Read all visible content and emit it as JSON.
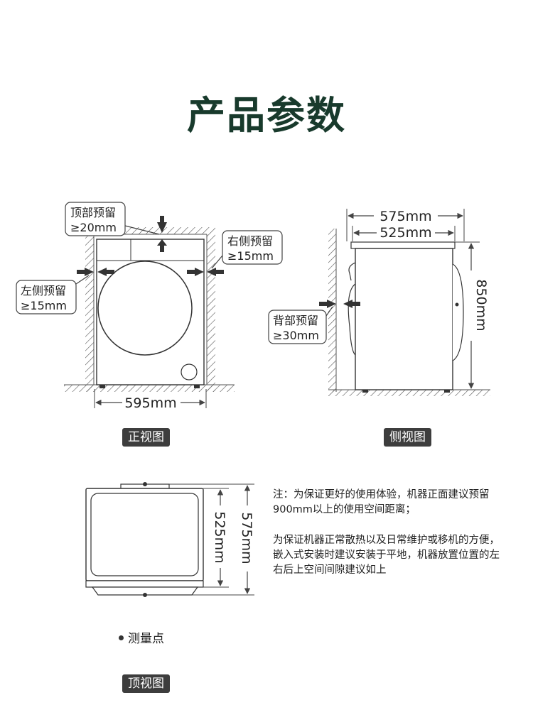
{
  "title": "产品参数",
  "front": {
    "top_label": "顶部预留",
    "top_value": "≥20mm",
    "right_label": "右侧预留",
    "right_value": "≥15mm",
    "left_label": "左侧预留",
    "left_value": "≥15mm",
    "width": "595mm",
    "view_label": "正视图"
  },
  "side": {
    "depth_outer": "575mm",
    "depth_inner": "525mm",
    "height": "850mm",
    "back_label": "背部预留",
    "back_value": "≥30mm",
    "view_label": "侧视图"
  },
  "top": {
    "depth_inner": "525mm",
    "depth_outer": "575mm",
    "legend": "测量点",
    "view_label": "顶视图"
  },
  "note": {
    "p1": "注：为保证更好的使用体验，机器正面建议预留900mm以上的使用空间距离；",
    "p2": "为保证机器正常散热以及日常维护或移机的方便，嵌入式安装时建议安装于平地，机器放置位置的左右后上空间间隙建议如上"
  }
}
